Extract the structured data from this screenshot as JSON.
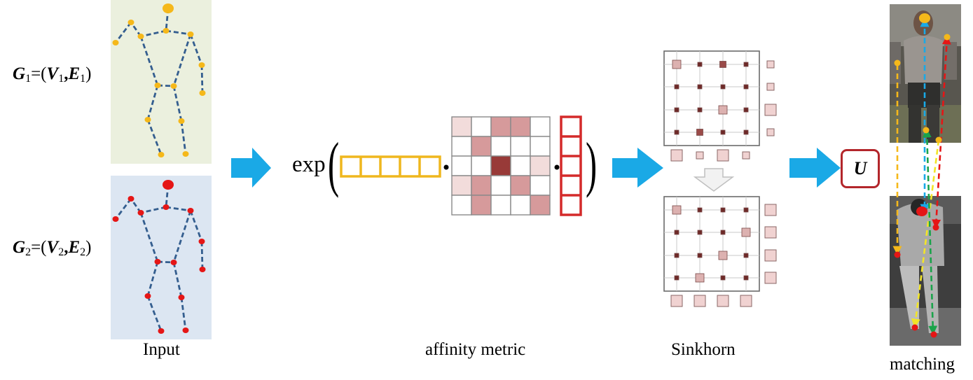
{
  "graphs": {
    "g1": {
      "sym": "G",
      "sub": "1",
      "eq": "=(",
      "v": "V",
      "v_sub": "1",
      "comma": ",",
      "e": "E",
      "e_sub": "1",
      "close": ")"
    },
    "g2": {
      "sym": "G",
      "sub": "2",
      "eq": "=(",
      "v": "V",
      "v_sub": "2",
      "comma": ",",
      "e": "E",
      "e_sub": "2",
      "close": ")"
    }
  },
  "captions": {
    "input": "Input",
    "affinity": "affinity metric",
    "sinkhorn": "Sinkhorn",
    "matching": "matching"
  },
  "formula": {
    "exp": "exp",
    "open": "(",
    "close": ")"
  },
  "output_symbol": "U",
  "colors": {
    "arrow": "#1aa9e6",
    "edge_dash": "#345e8f",
    "node_g1": "#f5b81a",
    "node_g2": "#e51616",
    "panel_g1": "#ebf0de",
    "panel_g2": "#dce6f2",
    "vector_orange": "#efb71e",
    "vector_red": "#d42a2a",
    "matrix_light": "#f2dcdb",
    "matrix_mid": "#d69a9b",
    "matrix_dark": "#983a38",
    "u_border": "#b3262b"
  },
  "affinity_matrix": {
    "levels": [
      [
        1,
        0,
        2,
        2,
        0
      ],
      [
        0,
        2,
        0,
        0,
        0
      ],
      [
        0,
        0,
        3,
        0,
        1
      ],
      [
        1,
        2,
        0,
        2,
        0
      ],
      [
        0,
        2,
        0,
        0,
        2
      ]
    ]
  },
  "sinkhorn_top": {
    "levels": [
      [
        2,
        0,
        1,
        0
      ],
      [
        0,
        0,
        0,
        0
      ],
      [
        0,
        0,
        2,
        0
      ],
      [
        0,
        1,
        0,
        0
      ]
    ],
    "row_sums": [
      1,
      1,
      2,
      1
    ],
    "col_sums": [
      2,
      1,
      2,
      1
    ]
  },
  "sinkhorn_bottom": {
    "levels": [
      [
        2,
        0,
        0,
        0
      ],
      [
        0,
        0,
        0,
        2
      ],
      [
        0,
        0,
        2,
        0
      ],
      [
        0,
        2,
        0,
        0
      ]
    ],
    "row_sums": [
      2,
      2,
      2,
      2
    ],
    "col_sums": [
      2,
      2,
      2,
      2
    ]
  },
  "matching_lines": [
    {
      "color": "#f5b81a"
    },
    {
      "color": "#1aa9e6"
    },
    {
      "color": "#e51616"
    },
    {
      "color": "#f2e528"
    },
    {
      "color": "#1aa34a"
    }
  ]
}
